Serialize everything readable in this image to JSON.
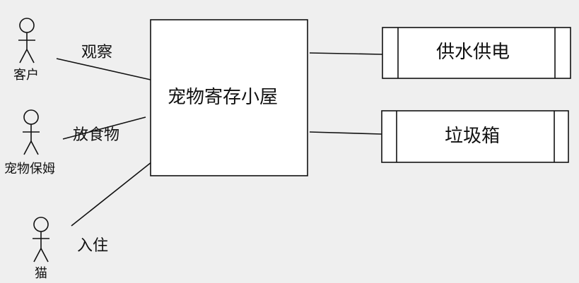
{
  "actors": [
    {
      "id": "customer",
      "label": "客户"
    },
    {
      "id": "pet-sitter",
      "label": "宠物保姆"
    },
    {
      "id": "cat",
      "label": "猫"
    }
  ],
  "usecases": [
    {
      "id": "observe",
      "label": "观察"
    },
    {
      "id": "feed",
      "label": "放食物"
    },
    {
      "id": "check-in",
      "label": "入住"
    }
  ],
  "system": {
    "label": "宠物寄存小屋"
  },
  "subsystems": [
    {
      "id": "utilities",
      "label": "供水供电"
    },
    {
      "id": "trash",
      "label": "垃圾箱"
    }
  ]
}
